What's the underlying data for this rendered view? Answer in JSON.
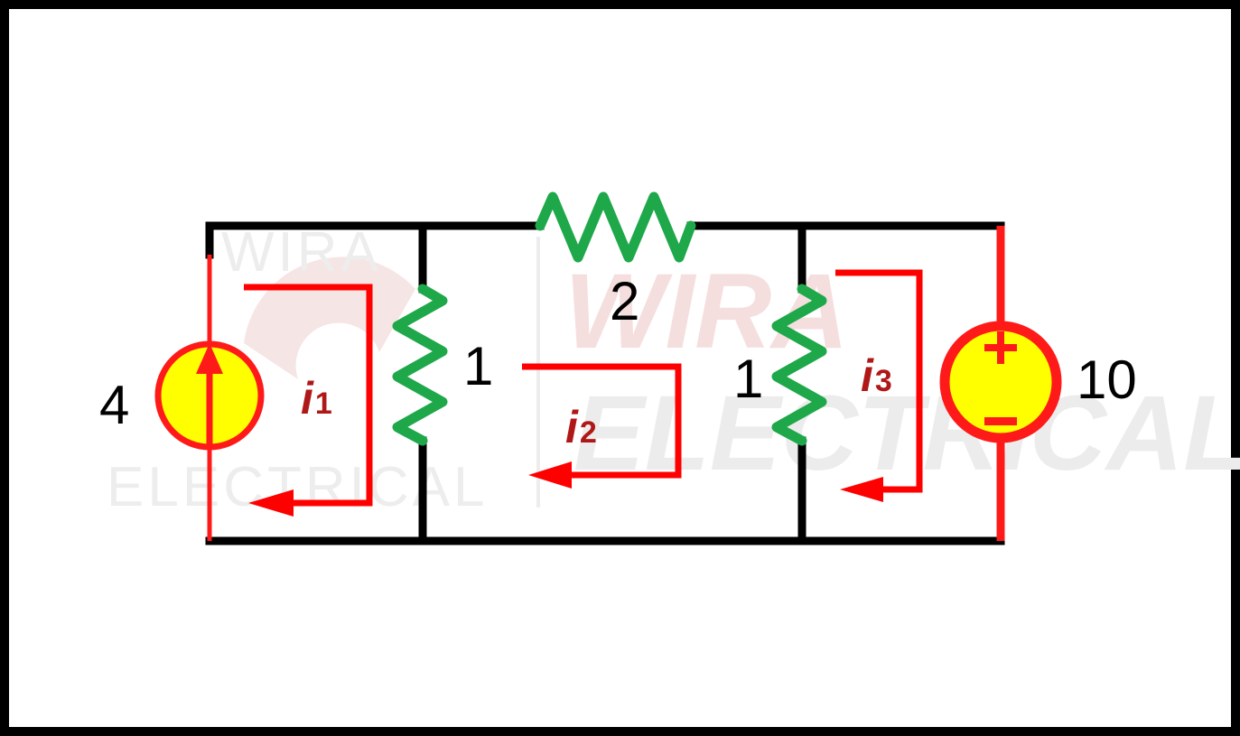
{
  "circuit": {
    "current_source": {
      "value": "4"
    },
    "voltage_source": {
      "value": "10",
      "plus": "+",
      "minus": "−"
    },
    "resistors": [
      {
        "value": "1"
      },
      {
        "value": "2"
      },
      {
        "value": "1"
      }
    ],
    "mesh_currents": [
      {
        "symbol": "i",
        "index": "1"
      },
      {
        "symbol": "i",
        "index": "2"
      },
      {
        "symbol": "i",
        "index": "3"
      }
    ]
  },
  "watermark": {
    "left_top": "WIRA",
    "left_bottom": "ELECTRICAL",
    "right_top": "WIRA",
    "right_bottom": "ELECTRICAL"
  },
  "colors": {
    "wire": "#000000",
    "resistor": "#1ea84a",
    "source_fill": "#ffff00",
    "source_stroke": "#ff1a1a",
    "mesh_arrow": "#ff0000",
    "mesh_label": "#b01818"
  }
}
